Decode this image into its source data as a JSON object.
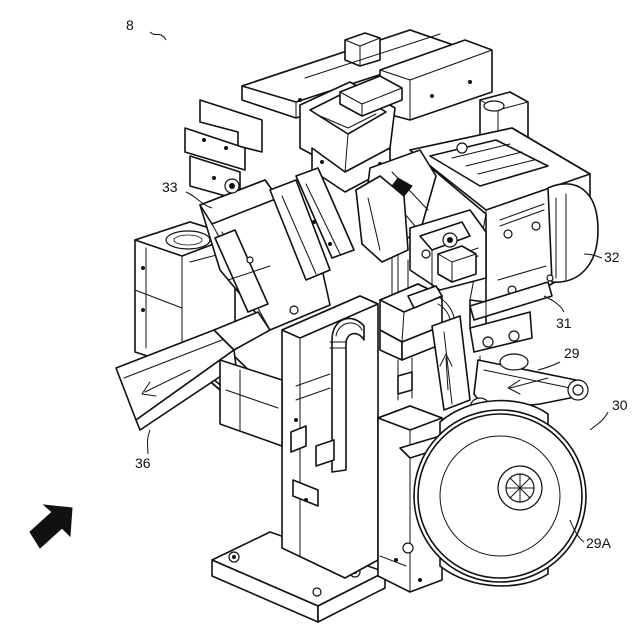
{
  "figure": {
    "reference_numerals": {
      "unit": "8",
      "chute_top": "33",
      "motor_unit": "32",
      "bracket": "31",
      "belt_arm": "29",
      "roll_unit": "30",
      "discharge_chute": "36",
      "roll": "29A"
    },
    "view_direction": "arrow-block-bottom-left",
    "line_color": "#111111",
    "background_color": "#ffffff"
  }
}
